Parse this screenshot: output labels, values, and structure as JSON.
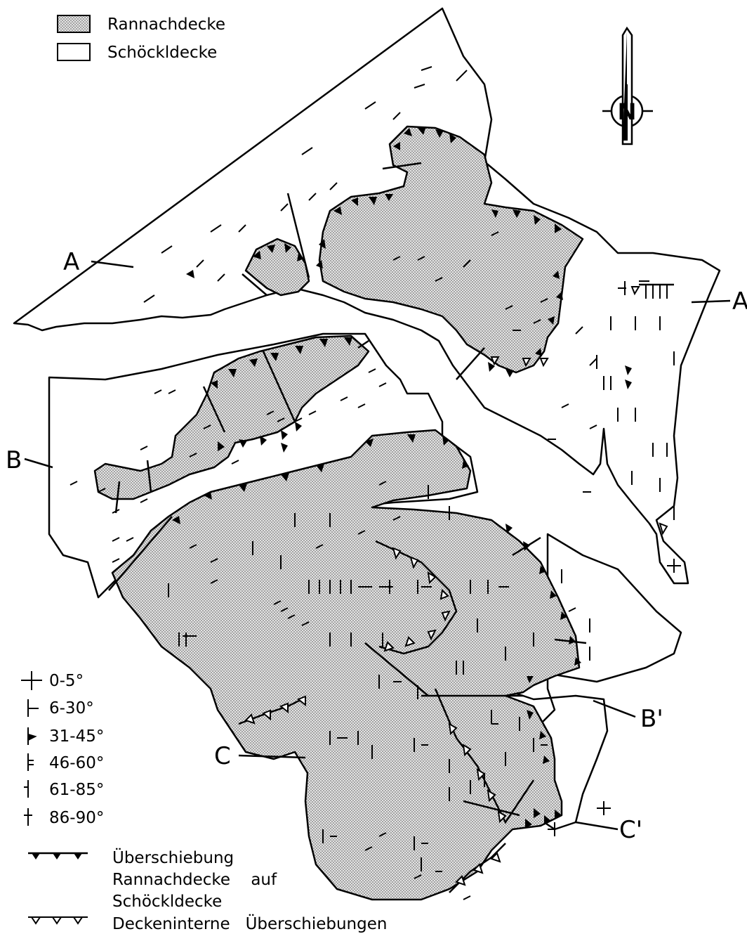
{
  "units_legend": [
    {
      "key": "rannach",
      "label": "Rannachdecke",
      "pattern": "dotted-gray"
    },
    {
      "key": "schoeckl",
      "label": "Schöckldecke",
      "pattern": "white"
    }
  ],
  "dip_legend": [
    {
      "label": "0-5°",
      "symbol": "cross"
    },
    {
      "label": "6-30°",
      "symbol": "strike-one-tick"
    },
    {
      "label": "31-45°",
      "symbol": "strike-filled-tick"
    },
    {
      "label": "46-60°",
      "symbol": "strike-double-tick"
    },
    {
      "label": "61-85°",
      "symbol": "strike-short-tick"
    },
    {
      "label": "86-90°",
      "symbol": "vertical"
    }
  ],
  "fault_legend": [
    {
      "symbol": "filled-teeth",
      "lines": [
        "Überschiebung",
        "Rannachdecke    auf",
        "Schöckldecke"
      ]
    },
    {
      "symbol": "open-teeth",
      "lines": [
        "Deckeninterne   Überschiebungen"
      ]
    }
  ],
  "north_arrow": {
    "label": "N",
    "icon": "compass-north-arrow"
  },
  "profile_labels": {
    "a": "A",
    "a_prime": "A",
    "b": "B",
    "b_prime": "B'",
    "c": "C",
    "c_prime": "C'"
  },
  "colors": {
    "ink": "#000000",
    "rannach_fill": "#c9c9c9",
    "background": "#ffffff"
  }
}
